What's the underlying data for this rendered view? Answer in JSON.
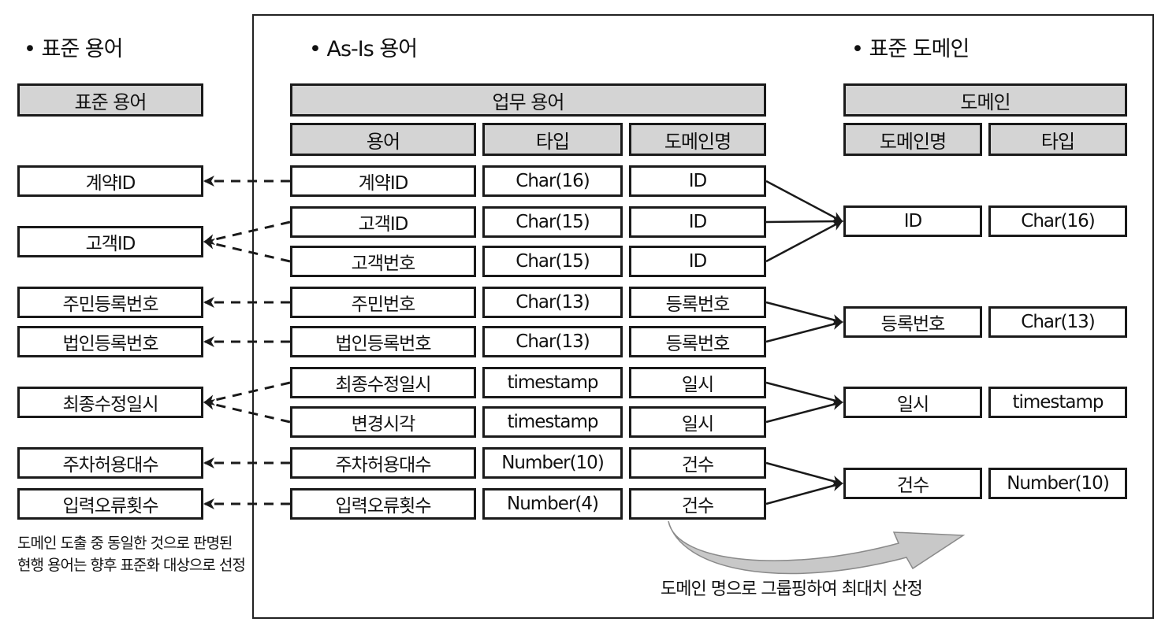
{
  "sections": {
    "standard_terms": "• 표준 용어",
    "asis_terms": "• As-Is 용어",
    "standard_domain": "• 표준 도메인"
  },
  "standard_terms_table": {
    "header": "표준 용어",
    "rows": [
      "계약ID",
      "고객ID",
      "주민등록번호",
      "법인등록번호",
      "최종수정일시",
      "주차허용대수",
      "입력오류횟수"
    ]
  },
  "business_terms_table": {
    "header": "업무 용어",
    "columns": [
      "용어",
      "타입",
      "도메인명"
    ],
    "rows": [
      [
        "계약ID",
        "Char(16)",
        "ID"
      ],
      [
        "고객ID",
        "Char(15)",
        "ID"
      ],
      [
        "고객번호",
        "Char(15)",
        "ID"
      ],
      [
        "주민번호",
        "Char(13)",
        "등록번호"
      ],
      [
        "법인등록번호",
        "Char(13)",
        "등록번호"
      ],
      [
        "최종수정일시",
        "timestamp",
        "일시"
      ],
      [
        "변경시각",
        "timestamp",
        "일시"
      ],
      [
        "주차허용대수",
        "Number(10)",
        "건수"
      ],
      [
        "입력오류횟수",
        "Number(4)",
        "건수"
      ]
    ]
  },
  "domain_table": {
    "header": "도메인",
    "columns": [
      "도메인명",
      "타입"
    ],
    "rows": [
      [
        "ID",
        "Char(16)"
      ],
      [
        "등록번호",
        "Char(13)"
      ],
      [
        "일시",
        "timestamp"
      ],
      [
        "건수",
        "Number(10)"
      ]
    ]
  },
  "note": "도메인 도출 중 동일한 것으로 판명된 현행 용어는 향후 표준화 대상으로 선정",
  "grouping_label": "도메인 명으로 그룹핑하여 최대치 산정",
  "colors": {
    "header_fill": "#d4d4d4",
    "border": "#1a1a1a",
    "arrow_fill": "#c8c8c8"
  }
}
